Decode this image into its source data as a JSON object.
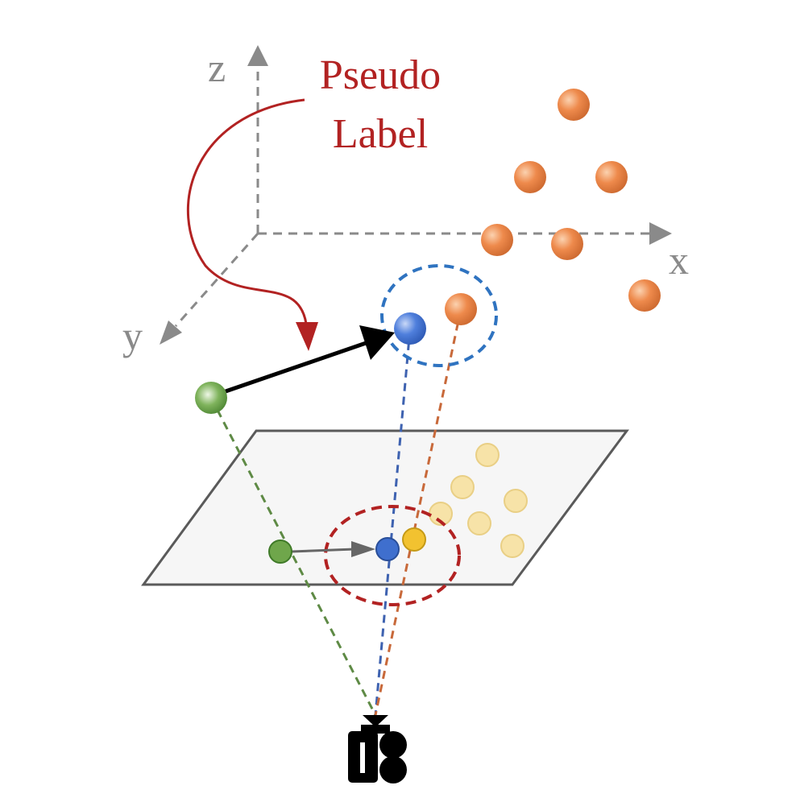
{
  "labels": {
    "pseudo_label_line1": "Pseudo",
    "pseudo_label_line2": "Label",
    "axis_x": "x",
    "axis_y": "y",
    "axis_z": "z"
  },
  "colors": {
    "axis": "#8a8a8a",
    "pseudo_label": "#b22222",
    "orange_point": "#e8783a",
    "blue_point": "#3f6fce",
    "green_point": "#5a9a3c",
    "yellow_point": "#f2c230",
    "faded_point": "#f7e3a8",
    "blue_ring": "#2f73c0",
    "red_ring": "#b22222",
    "orange_ray": "#c8693a",
    "green_ray": "#5e8a45",
    "blue_ray": "#3e62b0",
    "image_plane": "#f6f6f6",
    "camera": "#000000"
  },
  "icons": {
    "camera": "camera-icon"
  }
}
